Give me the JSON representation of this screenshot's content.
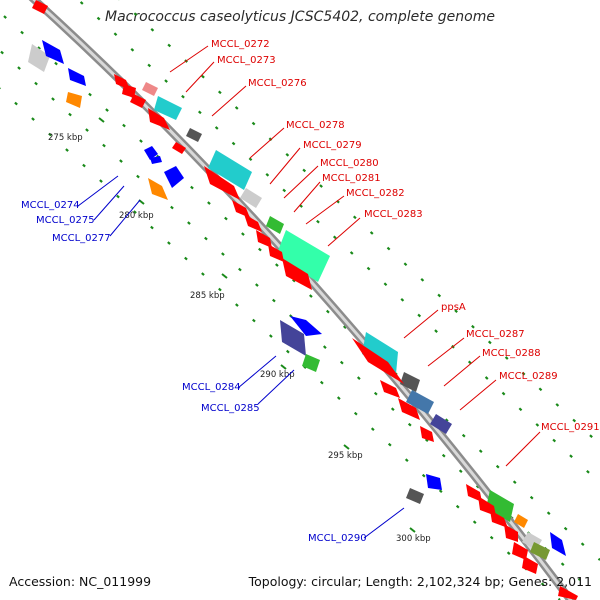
{
  "title": "Macrococcus caseolyticus JCSC5402, complete genome",
  "accession": "Accession: NC_011999",
  "topology": "Topology: circular; Length: 2,102,324 bp; Genes: 2,011",
  "ticks": [
    "275 kbp",
    "280 kbp",
    "285 kbp",
    "290 kbp",
    "295 kbp",
    "300 kbp"
  ],
  "red_labels": [
    "MCCL_0272",
    "MCCL_0273",
    "MCCL_0276",
    "MCCL_0278",
    "MCCL_0279",
    "MCCL_0280",
    "MCCL_0281",
    "MCCL_0282",
    "MCCL_0283",
    "ppsA",
    "MCCL_0287",
    "MCCL_0288",
    "MCCL_0289",
    "MCCL_0291"
  ],
  "blue_labels": [
    "MCCL_0274",
    "MCCL_0275",
    "MCCL_0277",
    "MCCL_0284",
    "MCCL_0285",
    "MCCL_0290"
  ],
  "colors": {
    "forward_gene": "#ff0000",
    "reverse_gene": "#0000ff",
    "label_forward": "#dd0000",
    "label_reverse": "#0000cc",
    "backbone": "#8c8c8c",
    "tick_mark": "#1a8a1a",
    "cog_cyan": "#22cccc",
    "cog_gray": "#999999",
    "cog_orange": "#ff8800",
    "cog_green": "#33bb33",
    "cog_mint": "#33ffaa",
    "cog_steelblue": "#4477aa",
    "cog_purple": "#444499",
    "cog_pink": "#ee8888",
    "cog_lightgray": "#cccccc",
    "cog_olive": "#779933"
  }
}
